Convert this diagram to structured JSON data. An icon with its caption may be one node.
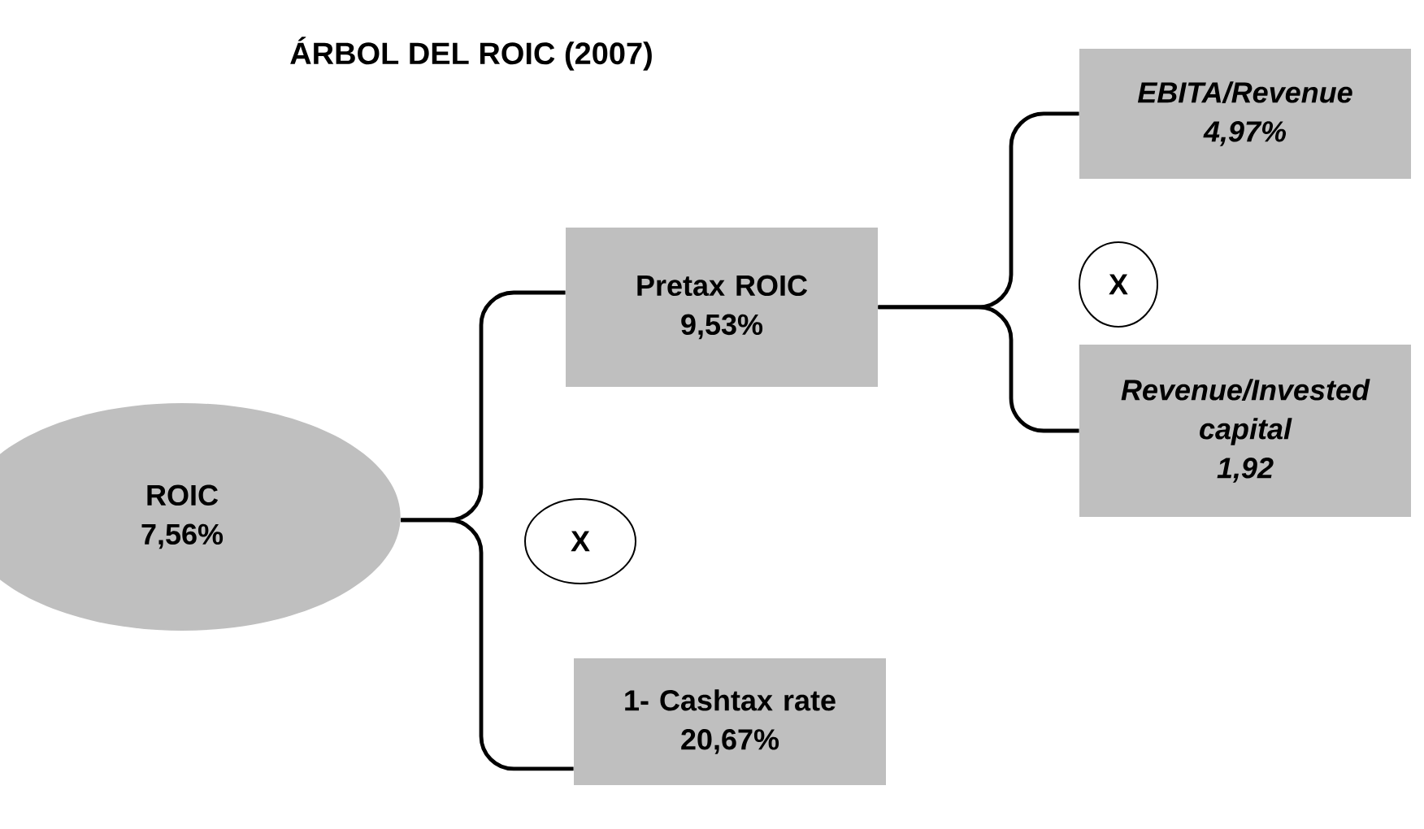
{
  "diagram": {
    "title": "ÁRBOL DEL ROIC (2007)",
    "nodes": [
      {
        "text": [
          "ROIC",
          "7,56%"
        ]
      },
      {
        "text": [
          "Pretax ROIC",
          "9,53%"
        ]
      },
      {
        "text": [
          "X"
        ]
      },
      {
        "text": [
          "1- Cashtax rate",
          "20,67%"
        ]
      },
      {
        "text": [
          "EBITA/Revenue",
          "4,97%"
        ]
      },
      {
        "text": [
          "X"
        ]
      },
      {
        "text": [
          "Revenue/Invested capital",
          "1,92"
        ]
      }
    ],
    "edges": [
      {
        "from": 0,
        "to": 1,
        "arrow": "none"
      },
      {
        "from": 0,
        "to": 3,
        "arrow": "none"
      },
      {
        "from": 1,
        "to": 4,
        "arrow": "none"
      },
      {
        "from": 1,
        "to": 6,
        "arrow": "none"
      }
    ]
  }
}
